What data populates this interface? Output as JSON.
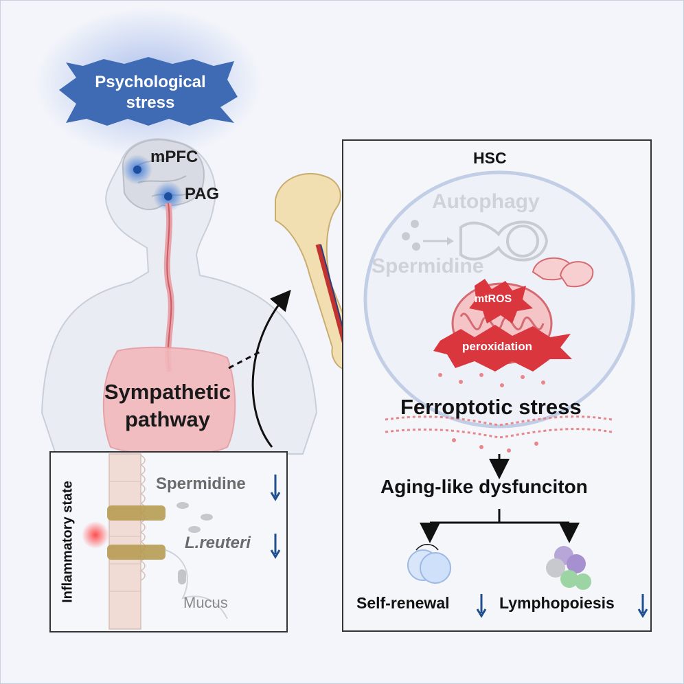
{
  "stress": {
    "line1": "Psychological",
    "line2": "stress"
  },
  "brain": {
    "mpfc": "mPFC",
    "pag": "PAG"
  },
  "pathway": {
    "line1": "Sympathetic",
    "line2": "pathway"
  },
  "gut_panel": {
    "side_label": "Inflammatory state",
    "spermidine": "Spermidine",
    "reuteri": "L.reuteri",
    "mucus": "Mucus"
  },
  "hsc_panel": {
    "title": "HSC",
    "autophagy": "Autophagy",
    "spermidine": "Spermidine",
    "mtros": "mtROS",
    "peroxidation": "peroxidation",
    "ferroptotic": "Ferroptotic stress",
    "aging": "Aging-like dysfunciton",
    "self_renewal": "Self-renewal",
    "lymphopoiesis": "Lymphopoiesis"
  },
  "colors": {
    "stress_blue": "#3f6bb5",
    "arrow_down_blue": "#1f4f8f",
    "red": "#d9363e",
    "panel_border": "#333333"
  }
}
